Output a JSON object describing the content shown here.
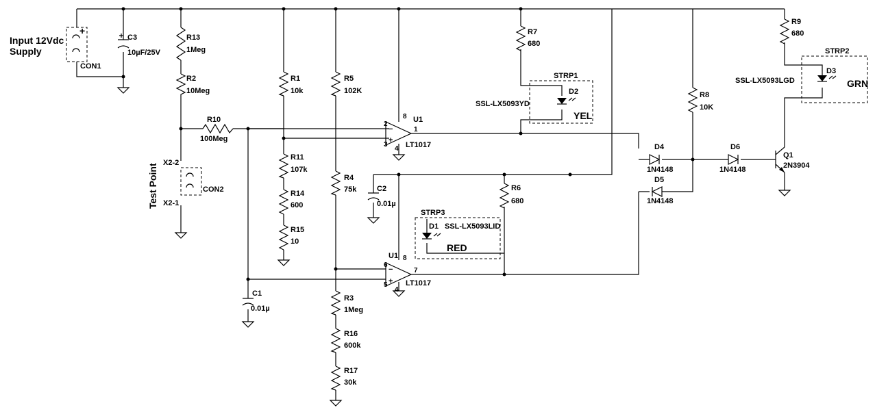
{
  "input": {
    "title_line1": "Input 12Vdc",
    "title_line2": "Supply",
    "plus": "+",
    "con": "CON1"
  },
  "test_point": {
    "label": "Test Point",
    "x22": "X2-2",
    "x21": "X2-1",
    "con": "CON2"
  },
  "components": {
    "C3": {
      "ref": "C3",
      "value": "10µF/25V"
    },
    "R13": {
      "ref": "R13",
      "value": "1Meg"
    },
    "R2": {
      "ref": "R2",
      "value": "10Meg"
    },
    "R10": {
      "ref": "R10",
      "value": "100Meg"
    },
    "R1": {
      "ref": "R1",
      "value": "10k"
    },
    "R11": {
      "ref": "R11",
      "value": "107k"
    },
    "R14": {
      "ref": "R14",
      "value": "600"
    },
    "R15": {
      "ref": "R15",
      "value": "10"
    },
    "R5": {
      "ref": "R5",
      "value": "102K"
    },
    "R4": {
      "ref": "R4",
      "value": "75k"
    },
    "R3": {
      "ref": "R3",
      "value": "1Meg"
    },
    "R16": {
      "ref": "R16",
      "value": "600k"
    },
    "R17": {
      "ref": "R17",
      "value": "30k"
    },
    "C1": {
      "ref": "C1",
      "value": "0.01µ"
    },
    "C2": {
      "ref": "C2",
      "value": "0.01µ"
    },
    "R7": {
      "ref": "R7",
      "value": "680"
    },
    "R6": {
      "ref": "R6",
      "value": "680"
    },
    "R8": {
      "ref": "R8",
      "value": "10K"
    },
    "R9": {
      "ref": "R9",
      "value": "680"
    },
    "D4": {
      "ref": "D4",
      "value": "1N4148"
    },
    "D5": {
      "ref": "D5",
      "value": "1N4148"
    },
    "D6": {
      "ref": "D6",
      "value": "1N4148"
    },
    "Q1": {
      "ref": "Q1",
      "value": "2N3904"
    }
  },
  "u1a": {
    "ref": "U1",
    "part": "LT1017",
    "pin_minus": "2",
    "pin_plus": "3",
    "pin_out": "1",
    "pin_vcc": "8",
    "pin_gnd": "4"
  },
  "u1b": {
    "ref": "U1",
    "part": "LT1017",
    "pin_minus": "6",
    "pin_plus": "5",
    "pin_out": "7",
    "pin_vcc": "8",
    "pin_gnd": "4"
  },
  "strp1": {
    "ref": "STRP1",
    "led": "D2",
    "part": "SSL-LX5093YD",
    "color": "YEL"
  },
  "strp2": {
    "ref": "STRP2",
    "led": "D3",
    "part": "SSL-LX5093LGD",
    "color": "GRN"
  },
  "strp3": {
    "ref": "STRP3",
    "led": "D1",
    "part": "SSL-LX5093LID",
    "color": "RED"
  },
  "symbols": {
    "minus": "−",
    "plus": "+"
  }
}
